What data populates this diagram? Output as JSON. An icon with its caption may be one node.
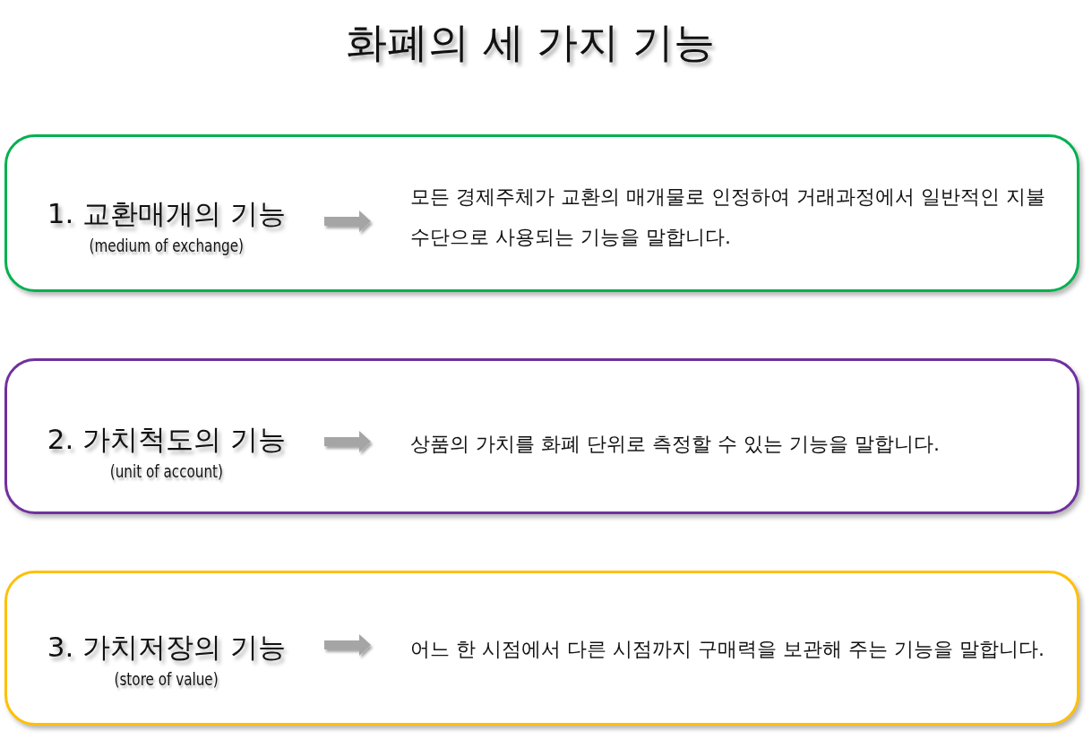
{
  "diagram": {
    "title": "화폐의 세 가지 기능",
    "nodes": [
      {
        "text": [],
        "shape": "box"
      },
      {
        "text": [
          "1. 교환매개의 기능",
          "(medium of exchange)"
        ],
        "in": 0
      },
      {
        "text": [
          "모든 경제주체가 교환의 매개물로 인정하여 거래과정에서 일반적인 지불 수단으로 사용되는 기능을 말합니다."
        ],
        "in": 0
      },
      {
        "text": [],
        "shape": "box"
      },
      {
        "text": [
          "2. 가치척도의 기능",
          "(unit of account)"
        ],
        "in": 3
      },
      {
        "text": [
          "상품의 가치를 화폐 단위로 측정할 수 있는 기능을 말합니다."
        ],
        "in": 3
      },
      {
        "text": [],
        "shape": "box"
      },
      {
        "text": [
          "3. 가치저장의 기능",
          "(store of value)"
        ],
        "in": 6
      },
      {
        "text": [
          "어느 한 시점에서 다른 시점까지 구매력을 보관해 주는 기능을 말합니다."
        ],
        "in": 6
      }
    ],
    "edges": [
      {
        "from": 1,
        "to": 2,
        "arrow": "to"
      },
      {
        "from": 4,
        "to": 5,
        "arrow": "to"
      },
      {
        "from": 7,
        "to": 8,
        "arrow": "to"
      }
    ]
  }
}
